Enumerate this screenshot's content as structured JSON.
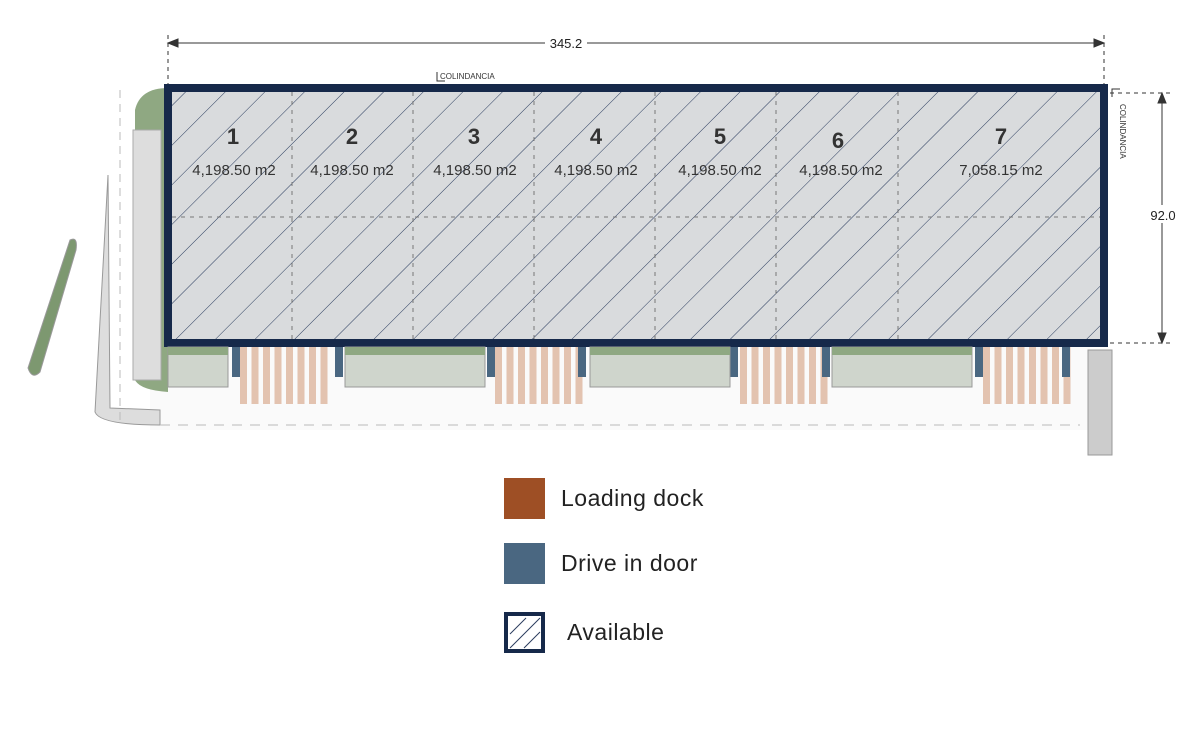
{
  "plan": {
    "width_dimension": "345.2",
    "height_dimension": "92.0",
    "boundary_label_top": "COLINDANCIA",
    "boundary_label_right": "COLINDANCIA",
    "units": [
      {
        "number": "1",
        "area": "4,198.50 m2"
      },
      {
        "number": "2",
        "area": "4,198.50 m2"
      },
      {
        "number": "3",
        "area": "4,198.50 m2"
      },
      {
        "number": "4",
        "area": "4,198.50 m2"
      },
      {
        "number": "5",
        "area": "4,198.50 m2"
      },
      {
        "number": "6",
        "area": "4,198.50 m2"
      },
      {
        "number": "7",
        "area": "7,058.15 m2"
      }
    ]
  },
  "legend": {
    "loading_dock": "Loading dock",
    "drive_in_door": "Drive in door",
    "available": "Available"
  },
  "colors": {
    "border": "#16294a",
    "loading_dock": "#9e4f25",
    "drive_in_door": "#4a6781",
    "dock_stripe": "#e3c3b0"
  }
}
